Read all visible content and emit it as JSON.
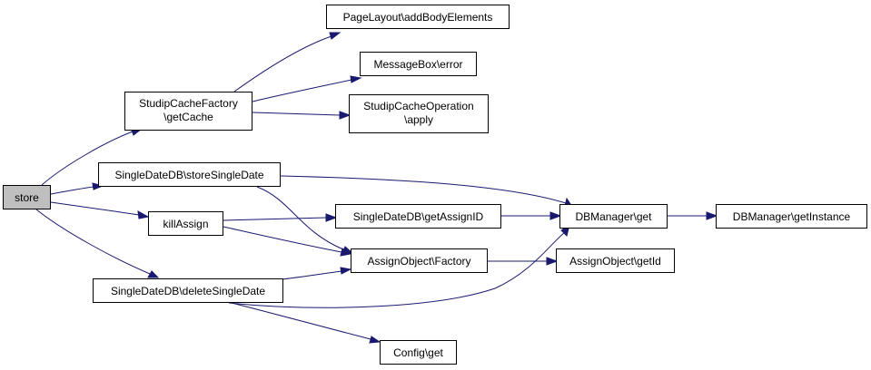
{
  "colors": {
    "edge": "#191970",
    "root_fill": "#bfbfbf",
    "node_fill": "#ffffff",
    "border": "#000000"
  },
  "nodes": {
    "store": {
      "lines": [
        "store"
      ]
    },
    "studip_cache_factory": {
      "lines": [
        "StudipCacheFactory",
        "\\getCache"
      ]
    },
    "page_layout": {
      "lines": [
        "PageLayout\\addBodyElements"
      ]
    },
    "message_box": {
      "lines": [
        "MessageBox\\error"
      ]
    },
    "studip_cache_operation": {
      "lines": [
        "StudipCacheOperation",
        "\\apply"
      ]
    },
    "store_single_date": {
      "lines": [
        "SingleDateDB\\storeSingleDate"
      ]
    },
    "kill_assign": {
      "lines": [
        "killAssign"
      ]
    },
    "get_assign_id": {
      "lines": [
        "SingleDateDB\\getAssignID"
      ]
    },
    "db_manager_get": {
      "lines": [
        "DBManager\\get"
      ]
    },
    "db_manager_get_instance": {
      "lines": [
        "DBManager\\getInstance"
      ]
    },
    "assign_factory": {
      "lines": [
        "AssignObject\\Factory"
      ]
    },
    "assign_get_id": {
      "lines": [
        "AssignObject\\getId"
      ]
    },
    "delete_single_date": {
      "lines": [
        "SingleDateDB\\deleteSingleDate"
      ]
    },
    "config_get": {
      "lines": [
        "Config\\get"
      ]
    }
  },
  "edges": [
    [
      "store",
      "studip_cache_factory"
    ],
    [
      "store",
      "store_single_date"
    ],
    [
      "store",
      "kill_assign"
    ],
    [
      "store",
      "delete_single_date"
    ],
    [
      "studip_cache_factory",
      "page_layout"
    ],
    [
      "studip_cache_factory",
      "message_box"
    ],
    [
      "studip_cache_factory",
      "studip_cache_operation"
    ],
    [
      "store_single_date",
      "db_manager_get"
    ],
    [
      "store_single_date",
      "assign_factory"
    ],
    [
      "kill_assign",
      "get_assign_id"
    ],
    [
      "kill_assign",
      "assign_factory"
    ],
    [
      "get_assign_id",
      "db_manager_get"
    ],
    [
      "db_manager_get",
      "db_manager_get_instance"
    ],
    [
      "assign_factory",
      "assign_get_id"
    ],
    [
      "delete_single_date",
      "assign_factory"
    ],
    [
      "delete_single_date",
      "db_manager_get"
    ],
    [
      "delete_single_date",
      "config_get"
    ]
  ]
}
